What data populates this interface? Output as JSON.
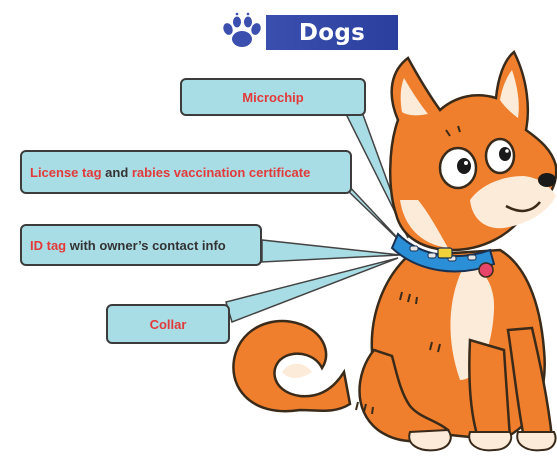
{
  "title": "Dogs",
  "icon": "paw-icon",
  "colors": {
    "title_bar": "#3a4fae",
    "callout_bg": "#a9dde5",
    "highlight": "#e23a3a",
    "dog_orange": "#ef7f2c"
  },
  "callouts": {
    "microchip": {
      "label": "Microchip"
    },
    "license": {
      "part1": "License tag",
      "joiner": " and ",
      "part2": "rabies vaccination certificate"
    },
    "id_tag": {
      "part1": "ID tag",
      "rest": " with owner’s contact info"
    },
    "collar": {
      "label": "Collar"
    }
  }
}
